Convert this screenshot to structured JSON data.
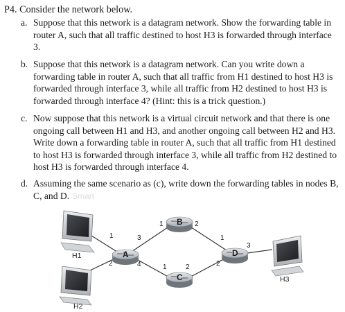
{
  "problem": {
    "heading": "P4. Consider the network below.",
    "parts": [
      {
        "letter": "a.",
        "text": "Suppose that this network is a datagram network. Show the forwarding table in router A, such that all traffic destined to host H3 is forwarded through interface 3."
      },
      {
        "letter": "b.",
        "text": "Suppose that this network is a datagram network. Can you write down a forwarding table in router A, such that all traffic from H1 destined to host H3 is forwarded through interface 3, while all traffic from H2 destined to host H3 is forwarded through interface 4? (Hint: this is a trick question.)"
      },
      {
        "letter": "c.",
        "text": "Now suppose that this network is a virtual circuit network and that there is one ongoing call between H1 and H3, and another ongoing call between H2 and H3. Write down a forwarding table in router A, such that all traffic from H1 destined to host H3 is forwarded through interface 3, while all traffic from H2 destined to host H3 is forwarded through interface 4."
      },
      {
        "letter": "d.",
        "text": "Assuming the same scenario as (c), write down the forwarding tables in nodes B, C, and D.",
        "watermark": "Smart"
      }
    ]
  },
  "network": {
    "hosts": {
      "h1": "H1",
      "h2": "H2",
      "h3": "H3"
    },
    "routers": {
      "a": "A",
      "b": "B",
      "c": "C",
      "d": "D"
    },
    "interfaces": {
      "a_to_h1": "1",
      "a_to_h2": "2",
      "a_to_b": "3",
      "a_to_c": "4",
      "b_to_a": "1",
      "b_to_d": "2",
      "c_to_a": "1",
      "c_to_d": "2",
      "d_to_b": "1",
      "d_to_c": "2",
      "d_to_h3": "3"
    },
    "colors": {
      "router_body": "#b9bec4",
      "link": "#333333",
      "monitor_screen": "#2b2d31",
      "monitor_frame": "#c7cacd"
    }
  }
}
